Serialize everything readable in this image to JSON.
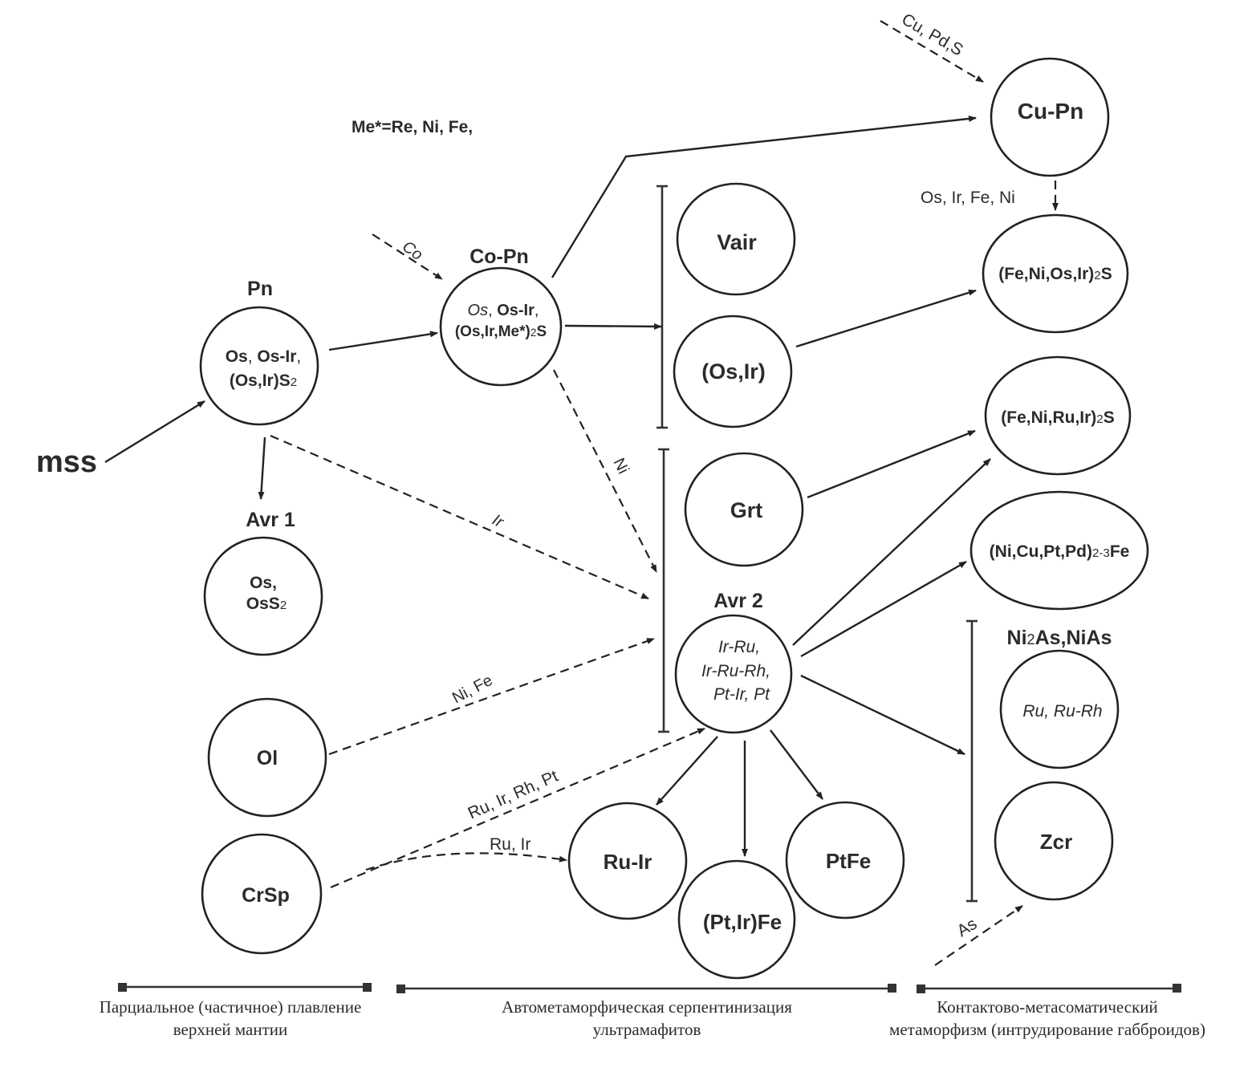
{
  "note": "Me*=Re, Ni, Fe,",
  "source": "mss",
  "nodes": {
    "pn": {
      "title": "Pn",
      "lines": [
        [
          {
            "t": "Os",
            "s": "b"
          },
          {
            "t": ", ",
            "s": "r"
          },
          {
            "t": "Os-Ir",
            "s": "b"
          },
          {
            "t": ",",
            "s": "r"
          }
        ],
        [
          {
            "t": "(Os,Ir)S",
            "s": "b"
          },
          {
            "t": "2",
            "s": "sub"
          }
        ]
      ]
    },
    "copn": {
      "title": "Co-Pn",
      "lines": [
        [
          {
            "t": "Os",
            "s": "i"
          },
          {
            "t": ", ",
            "s": "r"
          },
          {
            "t": "Os-Ir",
            "s": "b"
          },
          {
            "t": ",",
            "s": "r"
          }
        ],
        [
          {
            "t": "(Os,Ir,Me*)",
            "s": "b"
          },
          {
            "t": "2",
            "s": "sub"
          },
          {
            "t": "S",
            "s": "b"
          }
        ]
      ]
    },
    "avr1": {
      "title": "Avr 1",
      "lines": [
        [
          {
            "t": "Os,",
            "s": "b"
          }
        ],
        [
          {
            "t": "OsS",
            "s": "b"
          },
          {
            "t": "2",
            "s": "sub"
          }
        ]
      ]
    },
    "ol": {
      "label": "Ol"
    },
    "crsp": {
      "label": "CrSp"
    },
    "vair": {
      "label": "Vair"
    },
    "osir": {
      "label": "(Os,Ir)"
    },
    "grt": {
      "label": "Grt"
    },
    "avr2": {
      "title": "Avr 2",
      "lines": [
        "Ir-Ru,",
        "Ir-Ru-Rh,",
        "Pt-Ir, Pt"
      ]
    },
    "ruir": {
      "label": "Ru-Ir"
    },
    "ptirfe": {
      "label": "(Pt,Ir)Fe"
    },
    "ptfe": {
      "label": "PtFe"
    },
    "cupn": {
      "label": "Cu-Pn"
    },
    "feniosir": {
      "parts": [
        {
          "t": "(Fe,Ni,Os,Ir)",
          "s": "b"
        },
        {
          "t": "2",
          "s": "sub"
        },
        {
          "t": "S",
          "s": "b"
        }
      ]
    },
    "feniruir": {
      "parts": [
        {
          "t": "(Fe,Ni,Ru,Ir)",
          "s": "b"
        },
        {
          "t": "2",
          "s": "sub"
        },
        {
          "t": "S",
          "s": "b"
        }
      ]
    },
    "nicuptpd": {
      "parts": [
        {
          "t": "(Ni,Cu,Pt,Pd)",
          "s": "b"
        },
        {
          "t": "2-3",
          "s": "sub"
        },
        {
          "t": "Fe",
          "s": "b"
        }
      ]
    },
    "niAs": {
      "title_parts": [
        {
          "t": "Ni",
          "s": "b"
        },
        {
          "t": "2",
          "s": "sub"
        },
        {
          "t": "As,NiAs",
          "s": "b"
        }
      ],
      "label": "Ru, Ru-Rh"
    },
    "zcr": {
      "label": "Zcr"
    }
  },
  "edge_labels": {
    "co": "Co",
    "cu_pd_s": "Cu, Pd,S",
    "os_ir_fe_ni": "Os, Ir, Fe, Ni",
    "ni": "Ni",
    "ir": "Ir",
    "ni_fe": "Ni, Fe",
    "ru_ir_rh_pt": "Ru, Ir, Rh, Pt",
    "ru_ir": "Ru, Ir",
    "as": "As"
  },
  "stages": [
    {
      "line1": "Парциальное (частичное) плавление",
      "line2": "верхней мантии"
    },
    {
      "line1": "Автометаморфическая серпентинизация",
      "line2": "ультрамафитов"
    },
    {
      "line1": "Контактово-метасоматический",
      "line2": "метаморфизм (интрудирование габброидов)"
    }
  ]
}
